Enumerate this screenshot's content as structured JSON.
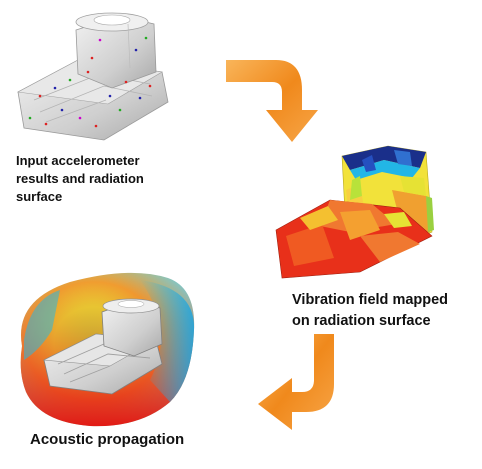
{
  "labels": {
    "input": [
      "Input accelerometer",
      "results and radiation",
      "surface"
    ],
    "vibration": [
      "Vibration field mapped",
      "on radiation surface"
    ],
    "acoustic": "Acoustic propagation"
  },
  "colors": {
    "arrow": "#f08a1c",
    "arrow_light": "#f8b860",
    "model_grey": "#c8c8c8",
    "field_red": "#e8301a",
    "field_yellow": "#f2e23a",
    "field_blue": "#1a2f8a",
    "field_cyan": "#22b6e6"
  }
}
